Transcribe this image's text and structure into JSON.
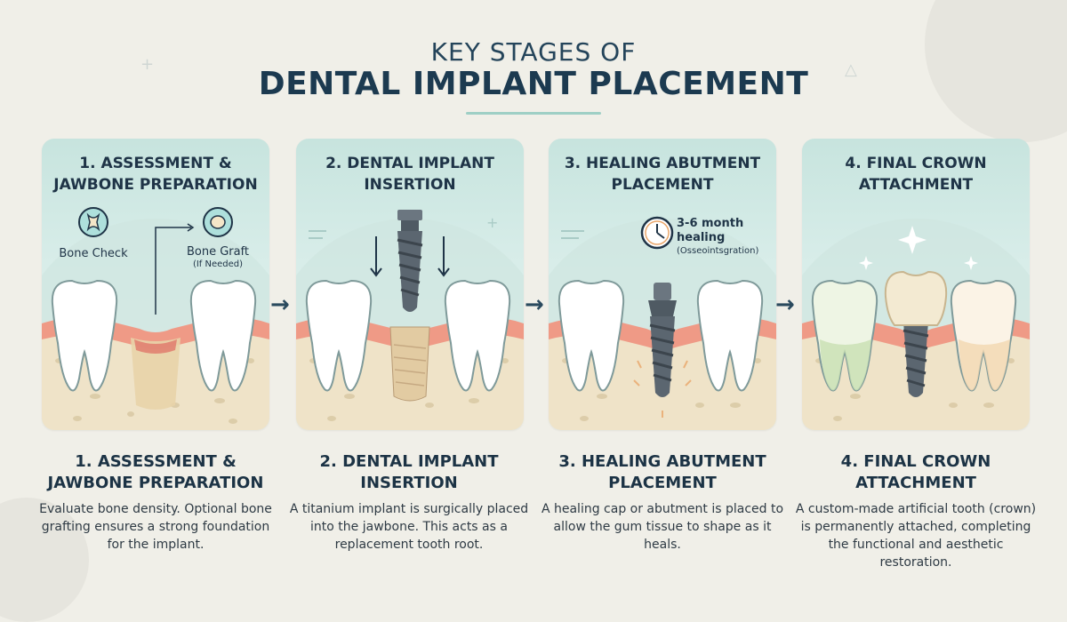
{
  "header": {
    "kicker": "KEY STAGES OF",
    "title": "DENTAL IMPLANT PLACEMENT"
  },
  "stages": [
    {
      "panel_title_line1": "1. ASSESSMENT &",
      "panel_title_line2": "JAWBONE PREPARATION",
      "caption_title_line1": "1. ASSESSMENT &",
      "caption_title_line2": "JAWBONE PREPARATION",
      "description": "Evaluate bone density. Optional bone grafting ensures a strong foundation for the implant.",
      "bone_check_label": "Bone Check",
      "bone_graft_label": "Bone Graft",
      "bone_graft_note": "(If Needed)"
    },
    {
      "panel_title_line1": "2. DENTAL IMPLANT",
      "panel_title_line2": "INSERTION",
      "caption_title_line1": "2. DENTAL IMPLANT",
      "caption_title_line2": "INSERTION",
      "description": "A titanium implant is surgically placed into the jawbone. This acts as a replacement tooth root."
    },
    {
      "panel_title_line1": "3. HEALING ABUTMENT",
      "panel_title_line2": "PLACEMENT",
      "caption_title_line1": "3. HEALING ABUTMENT",
      "caption_title_line2": "PLACEMENT",
      "description": "A healing cap or abutment is placed to allow the gum tissue to shape as it heals.",
      "healing_time": "3-6 month",
      "healing_word": "healing",
      "healing_note": "(Osseointsgration)"
    },
    {
      "panel_title_line1": "4. FINAL CROWN",
      "panel_title_line2": "ATTACHMENT",
      "caption_title_line1": "4. FINAL CROWN",
      "caption_title_line2": "ATTACHMENT",
      "description": "A custom-made artificial tooth (crown) is permanently attached, completing the functional and aesthetic restoration."
    }
  ],
  "arrow_glyph": "→",
  "colors": {
    "gum": "#ef9a86",
    "bone": "#efe3c8",
    "tooth": "#ffffff",
    "implant": "#5b6670",
    "panel_bg": "#c7e4de",
    "crown": "#f3ead2"
  }
}
